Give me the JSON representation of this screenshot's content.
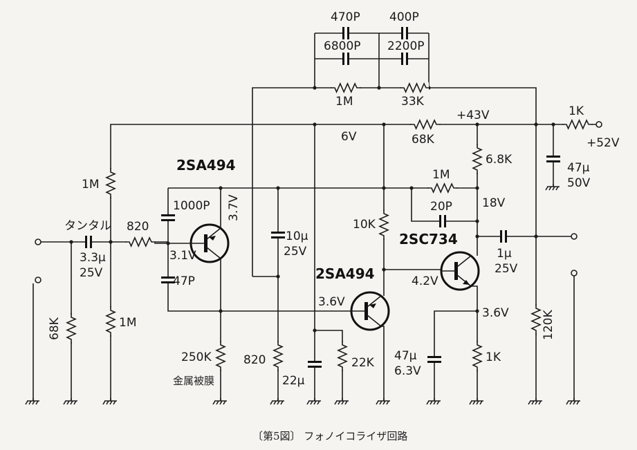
{
  "caption": "〔第5図〕 フォノイコライザ回路",
  "transistors": {
    "q1": "2SA494",
    "q2": "2SA494",
    "q3": "2SC734"
  },
  "feedback": {
    "c1": "470P",
    "c2": "400P",
    "c3": "6800P",
    "c4": "2200P",
    "r1": "1M",
    "r2": "33K"
  },
  "supply": {
    "v43": "+43V",
    "v52": "+52V",
    "r_in": "1K",
    "r_drop": "68K",
    "c_dec": "47μ",
    "c_dec_v": "50V",
    "v6": "6V"
  },
  "input": {
    "cap_type": "タンタル",
    "cap": "3.3μ",
    "cap_v": "25V",
    "r_series": "820",
    "r_shunt": "68K",
    "r_bias1": "1M",
    "r_bias2": "1M"
  },
  "q1_stage": {
    "c_top": "1000P",
    "c_bot": "47P",
    "vb": "3.1V",
    "ve": "3.7V",
    "r_col": "250K",
    "r_col_note": "金属被膜",
    "c_bypass": "10μ",
    "c_bypass_v": "25V",
    "r_820": "820"
  },
  "q2_stage": {
    "r_load": "10K",
    "vb": "3.6V",
    "c_22": "22μ",
    "r_22k": "22K"
  },
  "q3_stage": {
    "r_col": "6.8K",
    "r_fb": "1M",
    "c_fb": "20P",
    "vc": "18V",
    "vb": "4.2V",
    "ve": "3.6V",
    "c_e": "47μ",
    "c_e_v": "6.3V",
    "r_e": "1K",
    "c_out": "1μ",
    "c_out_v": "25V",
    "r_out": "120K"
  }
}
